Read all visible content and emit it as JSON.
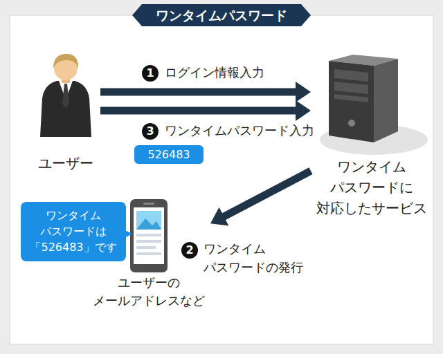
{
  "diagram": {
    "title": "ワンタイムパスワード",
    "nodes": [
      {
        "text": [
          "ユーザー"
        ]
      },
      {
        "text": [
          "ワンタイム パスワードに 対応したサービス"
        ]
      },
      {
        "text": [
          "526483"
        ]
      },
      {
        "text": [
          "ユーザーの メールアドレスなど"
        ]
      },
      {
        "text": [
          "ワンタイム パスワードは 「526483」です"
        ]
      }
    ],
    "edges": [
      {
        "from": 0,
        "to": 1,
        "arrow": "to",
        "label": "ログイン情報入力"
      },
      {
        "from": 0,
        "to": 1,
        "arrow": "to",
        "label": "ワンタイムパスワード入力"
      },
      {
        "from": 1,
        "to": 3,
        "arrow": "to",
        "label": "ワンタイム パスワードの発行"
      }
    ],
    "labels": [
      "1",
      "2",
      "3"
    ]
  }
}
